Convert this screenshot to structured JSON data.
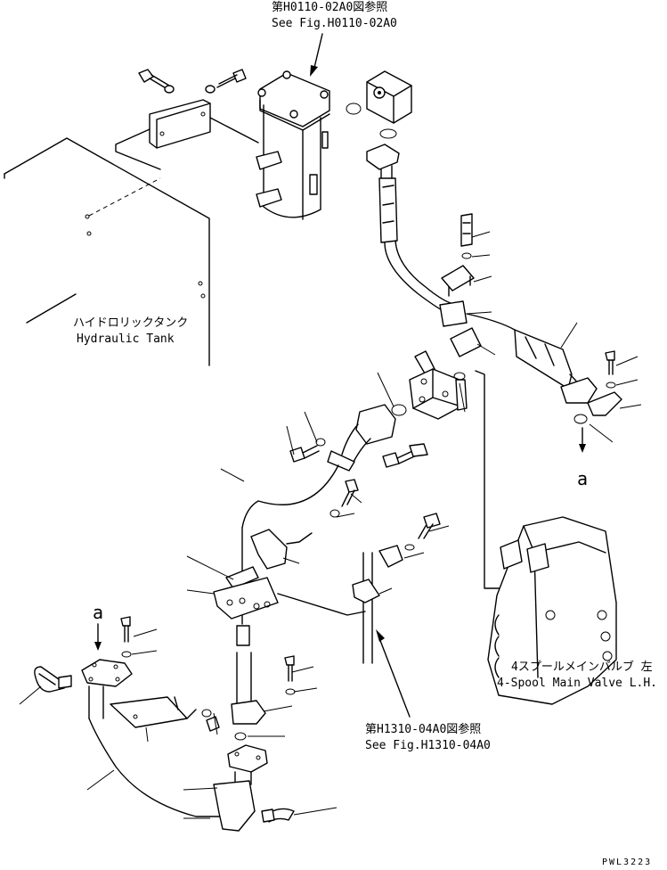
{
  "labels": {
    "ref_top_jp": "第H0110-02A0図参照",
    "ref_top_en": "See Fig.H0110-02A0",
    "tank_jp": "ハイドロリックタンク",
    "tank_en": "Hydraulic Tank",
    "view_a_right": "a",
    "view_a_left": "a",
    "valve_jp": "4スプールメインバルブ 左",
    "valve_en": "4-Spool Main Valve L.H.",
    "ref_bottom_jp": "第H1310-04A0図参照",
    "ref_bottom_en": "See Fig.H1310-04A0",
    "drawing_code": "PWL3223"
  }
}
